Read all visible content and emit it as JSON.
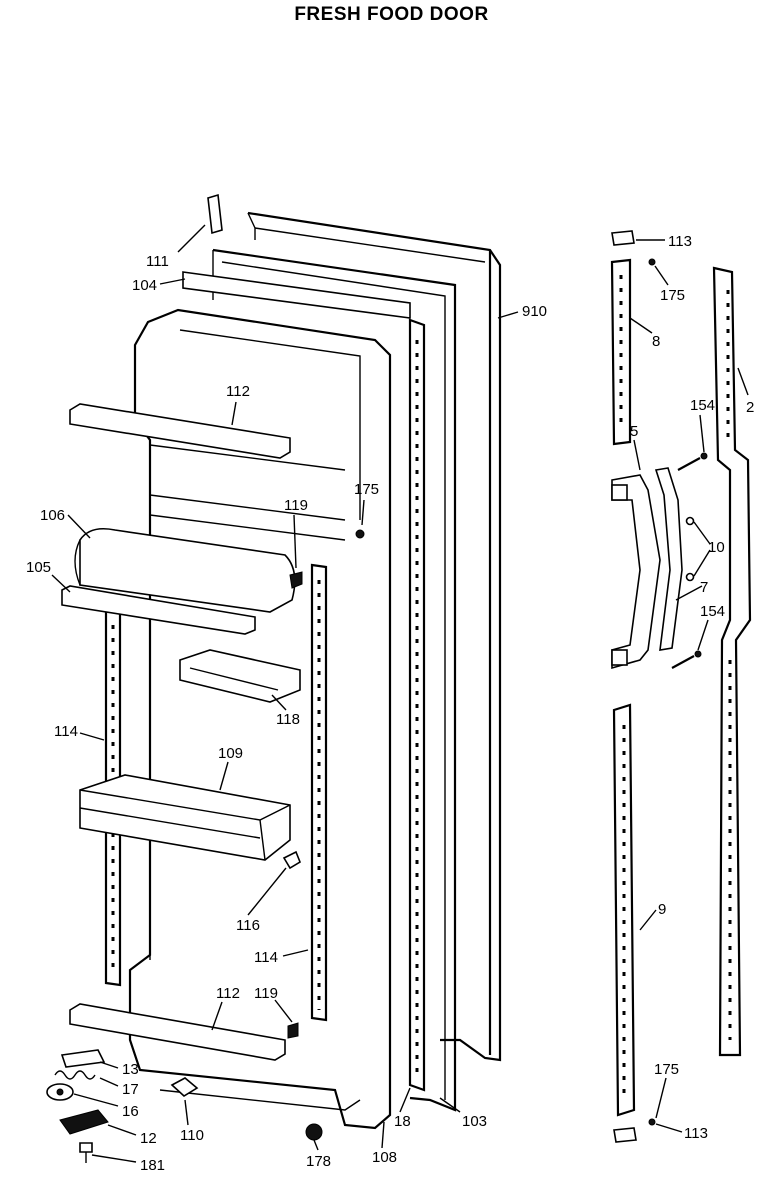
{
  "title": "FRESH FOOD DOOR",
  "labels": {
    "l111": "111",
    "l104": "104",
    "l910": "910",
    "l112a": "112",
    "l106": "106",
    "l105": "105",
    "l175a": "175",
    "l119a": "119",
    "l118": "118",
    "l114a": "114",
    "l109": "109",
    "l116": "116",
    "l114b": "114",
    "l112b": "112",
    "l119b": "119",
    "l13": "13",
    "l17": "17",
    "l16": "16",
    "l12": "12",
    "l181": "181",
    "l110": "110",
    "l178": "178",
    "l108": "108",
    "l18": "18",
    "l103": "103",
    "l113a": "113",
    "l175b": "175",
    "l8": "8",
    "l2": "2",
    "l154a": "154",
    "l5": "5",
    "l10": "10",
    "l7": "7",
    "l154b": "154",
    "l9": "9",
    "l175c": "175",
    "l113b": "113"
  }
}
